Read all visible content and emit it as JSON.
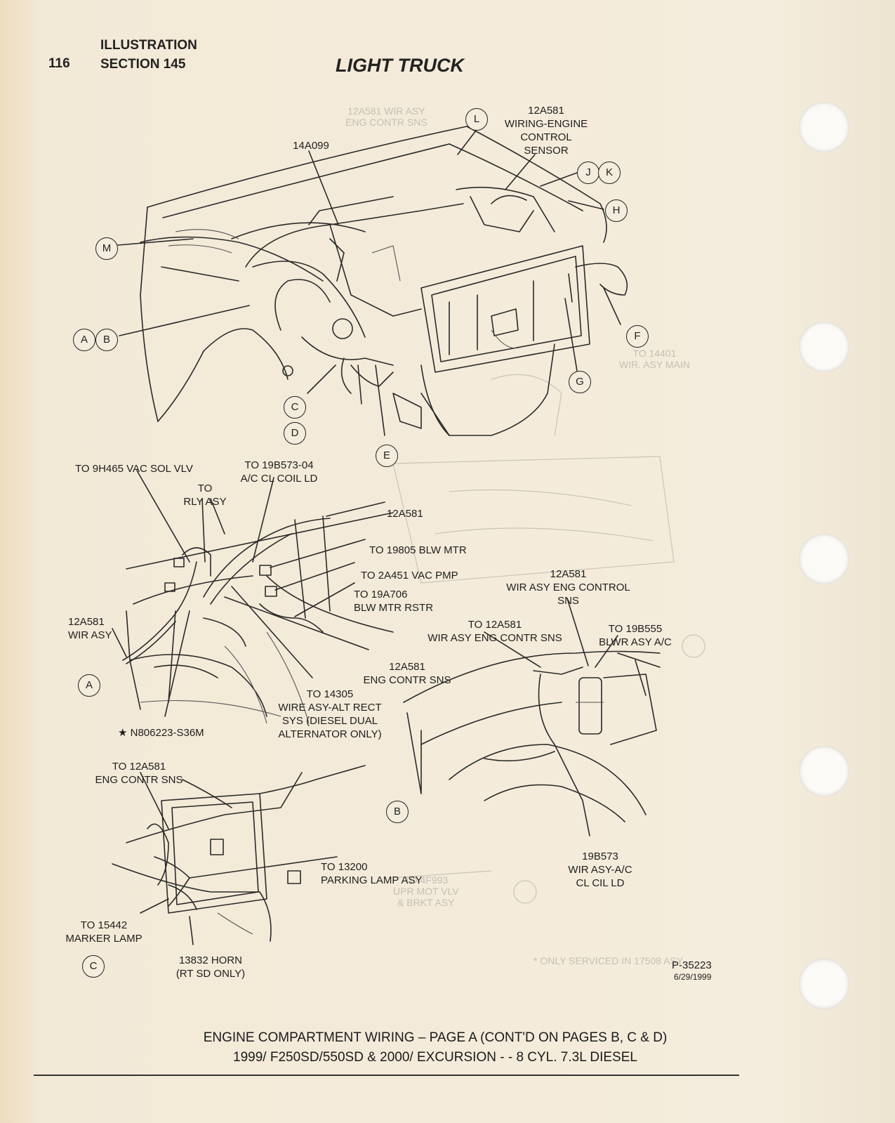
{
  "header": {
    "page_number": "116",
    "illustration_label": "ILLUSTRATION",
    "section_label": "SECTION 145",
    "title": "LIGHT TRUCK"
  },
  "upper_view": {
    "labels": {
      "wiring_engine_control": "12A581\nWIRING-ENGINE\nCONTROL\nSENSOR",
      "part_14a099": "14A099"
    },
    "callouts": [
      "L",
      "J",
      "K",
      "H",
      "M",
      "A",
      "B",
      "F",
      "G",
      "C",
      "D",
      "E"
    ]
  },
  "detail_a": {
    "callout": "A",
    "labels": {
      "vac_sol": "TO 9H465 VAC SOL VLV",
      "ac_coil": "TO 19B573-04\nA/C CL COIL LD",
      "rly_asy": "TO\nRLY ASY",
      "harness": "12A581",
      "blw_mtr": "TO 19805 BLW MTR",
      "vac_pmp": "TO 2A451 VAC PMP",
      "blw_rstr": "TO 19A706\nBLW MTR RSTR",
      "wir_asy": "12A581\nWIR ASY",
      "eng_contr": "12A581\nENG CONTR SNS",
      "alt_rect": "TO 14305\nWIRE ASY-ALT RECT\nSYS (DIESEL DUAL\nALTERNATOR ONLY)",
      "fastener": "★ N806223-S36M"
    }
  },
  "detail_b": {
    "callout": "B",
    "labels": {
      "eng_control": "12A581\nWIR ASY ENG CONTROL\nSNS",
      "to_eng_contr": "TO 12A581\nWIR ASY ENG CONTR SNS",
      "blwr": "TO 19B555\nBLWR ASY A/C",
      "ac_cl": "19B573\nWIR ASY-A/C\nCL CIL LD"
    }
  },
  "detail_c": {
    "callout": "C",
    "labels": {
      "to_eng_contr": "TO 12A581\nENG CONTR SNS",
      "parking": "TO 13200\nPARKING LAMP ASY",
      "marker": "TO 15442\nMARKER LAMP",
      "horn": "13832 HORN\n(RT SD ONLY)"
    }
  },
  "footer": {
    "figure_id": "P-35223",
    "date": "6/29/1999",
    "caption_line1": "ENGINE COMPARTMENT WIRING – PAGE A (CONT'D ON PAGES B, C & D)",
    "caption_line2": "1999/ F250SD/550SD & 2000/ EXCURSION - - 8 CYL. 7.3L DIESEL"
  }
}
